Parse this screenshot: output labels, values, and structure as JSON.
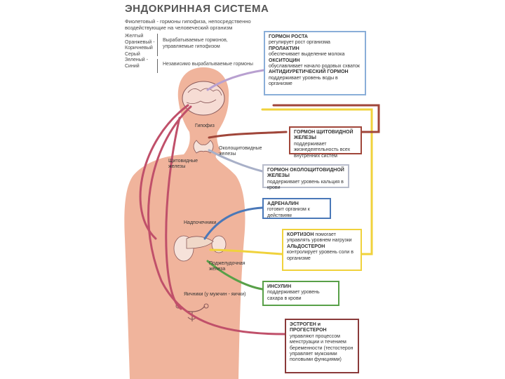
{
  "title": "ЭНДОКРИННАЯ СИСТЕМА",
  "subtitle": "Фиолетовый - гормоны гипофиза, непосредственно воздействующие на человеческий организм",
  "legend": {
    "colors_left": [
      "Желтый",
      "Оранжевый -",
      "Коричневый",
      "Серый",
      "Зеленый -",
      "Синий"
    ],
    "text_produced": "Вырабатываемые гормонов, управляемые гипофизом",
    "text_independent": "Независимо вырабатываемые гормоны"
  },
  "organ_labels": {
    "pituitary": "Гипофиз",
    "parathyroid": "Околощитовидные железы",
    "thyroid": "Щитовидные железы",
    "adrenal": "Надпочечники",
    "pancreas": "Поджелудочная железа",
    "gonads": "Яичники (у мужчин - яички)"
  },
  "boxes": {
    "growth": {
      "h1": "ГОРМОН РОСТА",
      "t1": "регулирует рост организма",
      "h2": "ПРОЛАКТИН",
      "t2": "обеспечивает выделение молока",
      "h3": "ОКСИТОЦИН",
      "t3": "обуславливает начало родовых схваток",
      "h4": "АНТИДИУРЕТИЧЕСКИЙ ГОРМОН",
      "t4": "поддерживает уровень воды в организме"
    },
    "thyroid": {
      "h": "ГОРМОН ЩИТОВИДНОЙ ЖЕЛЕЗЫ",
      "t": "поддерживает жизнедеятельность всех внутренних систем"
    },
    "parathyroid": {
      "h": "ГОРМОН ОКОЛОЩИТОВИДНОЙ ЖЕЛЕЗЫ",
      "t": "поддерживает уровень кальция в крови"
    },
    "adrenaline": {
      "h": "АДРЕНАЛИН",
      "t": "готовит организм к действиям"
    },
    "cortisone": {
      "h1": "КОРТИЗОН",
      "t1": "помогает управлять уровнем нагрузки",
      "h2": "АЛЬДОСТЕРОН",
      "t2": "контролирует уровень соли в организме"
    },
    "insulin": {
      "h": "ИНСУЛИН",
      "t": "поддерживает уровень сахара в крови"
    },
    "estrogen": {
      "h": "ЭСТРОГЕН и ПРОГЕСТЕРОН",
      "t": "управляют процессом менструации и течением беременности (тестостерон управляет мужскими половыми функциями)"
    }
  },
  "colors": {
    "body": "#f0b49c",
    "purple": "#c0506a",
    "brown": "#a0463a",
    "yellow": "#f0d23c",
    "orange": "#e08a4a",
    "gray": "#a8b0c8",
    "green": "#58a048",
    "blue": "#4a78b8"
  }
}
